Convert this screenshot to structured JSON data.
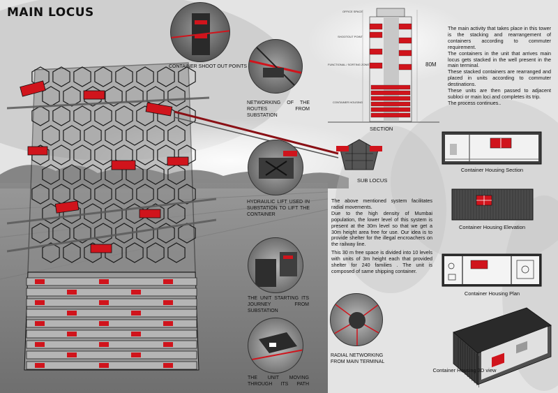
{
  "title": "MAIN LOCUS",
  "captions": {
    "shoot_out": "CONTAINER SHOOT OUT POINTS",
    "networking": "NETWORKING OF THE ROUTES FROM SUBSTATION",
    "hydraulic": "HYDRAULIC LIFT USED IN SUBSTATION TO LIFT THE CONTAINER",
    "starting": "THE UNIT STARTING ITS JOURNEY FROM SUBSTATION",
    "moving": "THE UNIT MOVING THROUGH ITS PATH",
    "radial": "RADIAL NETWORKING FROM MAIN TERMINAL",
    "section": "SECTION",
    "sub_locus": "SUB LOCUS",
    "height": "80M"
  },
  "section_labels": {
    "office": "OFFICE SPACE",
    "shootout": "SHOOTOUT POINT",
    "functional": "FUNCTIONAL / SORTING ZONE",
    "housing": "CONTAINER HOUSING"
  },
  "right_text": [
    "The main activity that takes place in this tower is the stacking and rearrangement of containers according to commuter requirement.",
    "The containers in the unit that arrives main locus gets stacked in the well present in the main terminal.",
    "These stacked containers are rearranged and placed in units according to commuter destinations.",
    "These units are then passed to adjacent subloci or main loci and completes its trip.",
    "The process continues.."
  ],
  "middle_text": [
    "The above mentioned system facilitates radial movements.",
    "Due to the high density of Mumbai population, the lower level of this system is present at the 30m level so that we get a 30m height area free for use. Our idea is to provide shelter for the illegal encroachers on the railway line.",
    "This 30 m free space is divided into 10 levels with units of 3m height each that provided shelter for 240 families . The unit is composed of same shipping container."
  ],
  "panels": {
    "section": "Container Housing Section",
    "elevation": "Container Housing Elevation",
    "plan": "Container Housing Plan",
    "view3d": "Container Housing 3D view"
  },
  "colors": {
    "accent": "#d0141c",
    "steel": "#4a4a4a",
    "dark": "#1a1a1a"
  }
}
